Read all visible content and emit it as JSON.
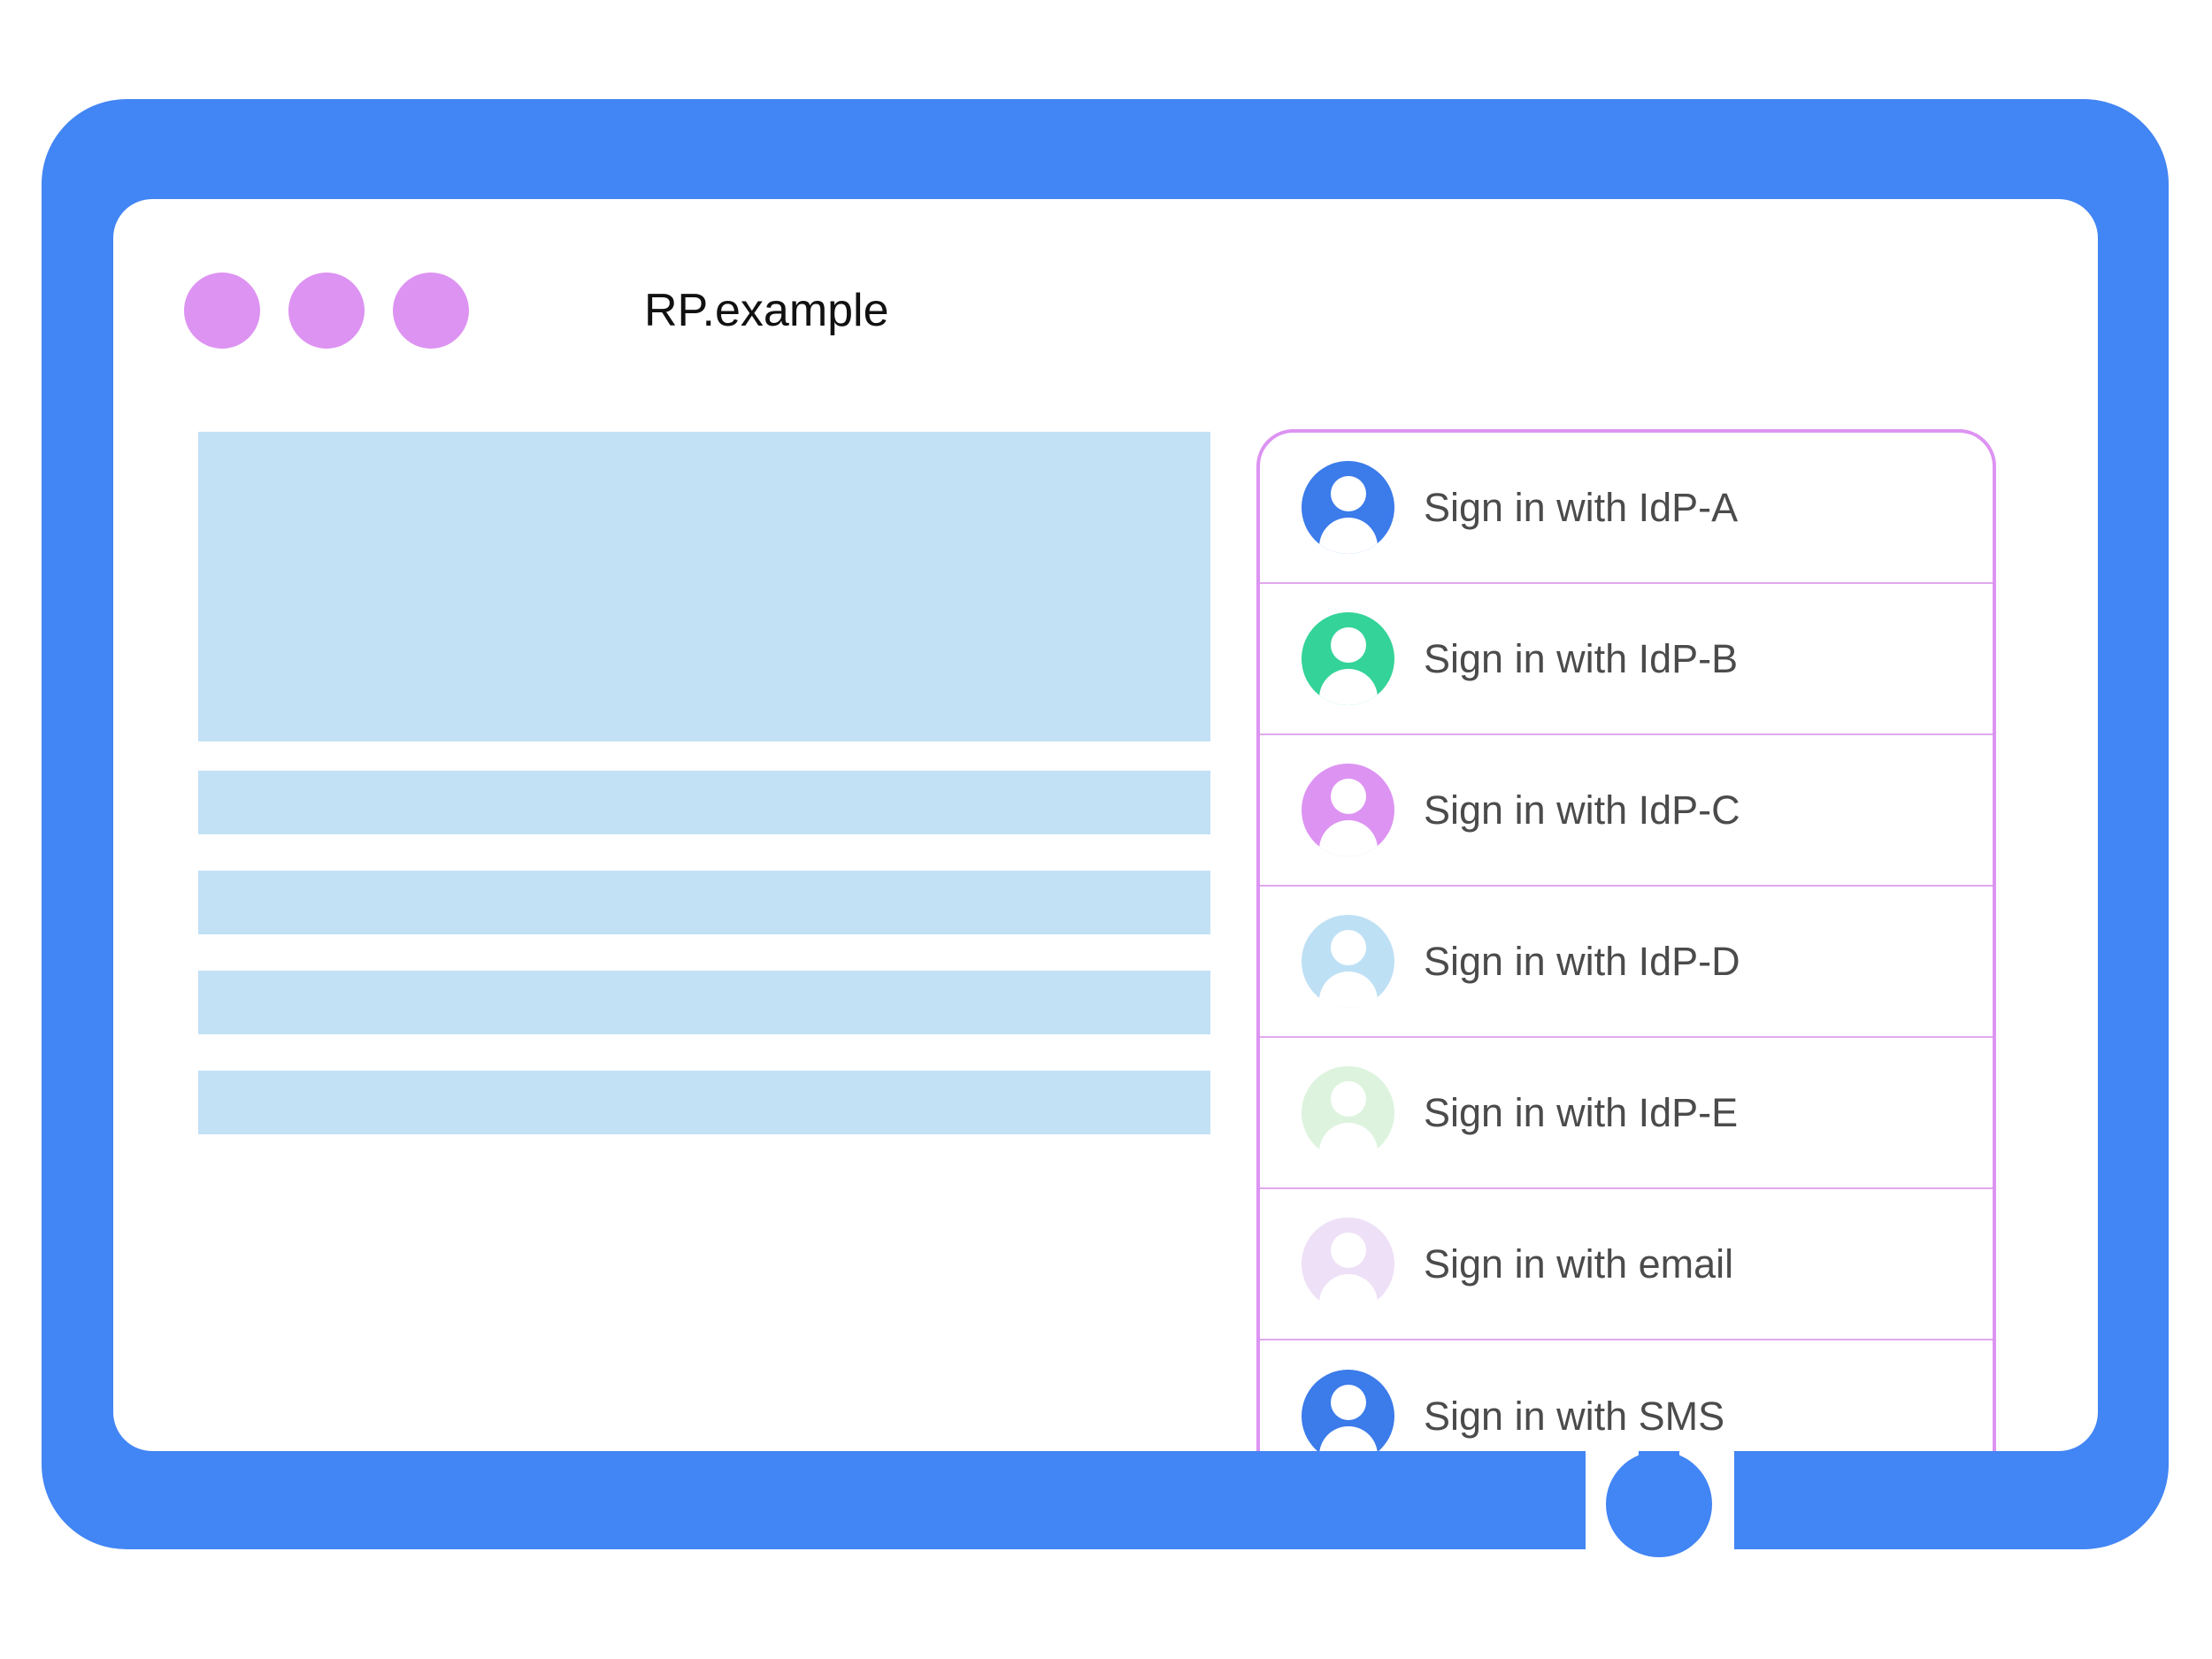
{
  "window": {
    "title": "RP.example",
    "dots": [
      {
        "name": "window-dot-1",
        "color": "#dd93f2"
      },
      {
        "name": "window-dot-2",
        "color": "#dd93f2"
      },
      {
        "name": "window-dot-3",
        "color": "#dd93f2"
      }
    ]
  },
  "colors": {
    "device_frame": "#4285f4",
    "screen": "#ffffff",
    "placeholder": "#c2e1f5",
    "panel_border": "#dd93f2",
    "divider": "#e0a9ee",
    "label_text": "#4b4b4b",
    "title_text": "#111111"
  },
  "content": {
    "placeholders": [
      {
        "name": "hero-placeholder",
        "kind": "hero"
      },
      {
        "name": "text-bar-placeholder-1",
        "kind": "bar"
      },
      {
        "name": "text-bar-placeholder-2",
        "kind": "bar"
      },
      {
        "name": "text-bar-placeholder-3",
        "kind": "bar"
      },
      {
        "name": "text-bar-placeholder-4",
        "kind": "bar"
      }
    ]
  },
  "account_chooser": {
    "rows": [
      {
        "label": "Sign in with IdP-A",
        "avatar_color": "#3b7bea",
        "icon": "account-avatar-icon"
      },
      {
        "label": "Sign in with IdP-B",
        "avatar_color": "#34d399",
        "icon": "account-avatar-icon"
      },
      {
        "label": "Sign in with IdP-C",
        "avatar_color": "#dd93f2",
        "icon": "account-avatar-icon"
      },
      {
        "label": "Sign in with IdP-D",
        "avatar_color": "#bee0f5",
        "icon": "account-avatar-icon"
      },
      {
        "label": "Sign in with IdP-E",
        "avatar_color": "#ddf3de",
        "icon": "account-avatar-icon"
      },
      {
        "label": "Sign in with email",
        "avatar_color": "#eee0f7",
        "icon": "account-avatar-icon"
      },
      {
        "label": "Sign in with SMS",
        "avatar_color": "#3b7bea",
        "icon": "account-avatar-icon"
      }
    ]
  },
  "device": {
    "home_button_label": "home-button"
  }
}
